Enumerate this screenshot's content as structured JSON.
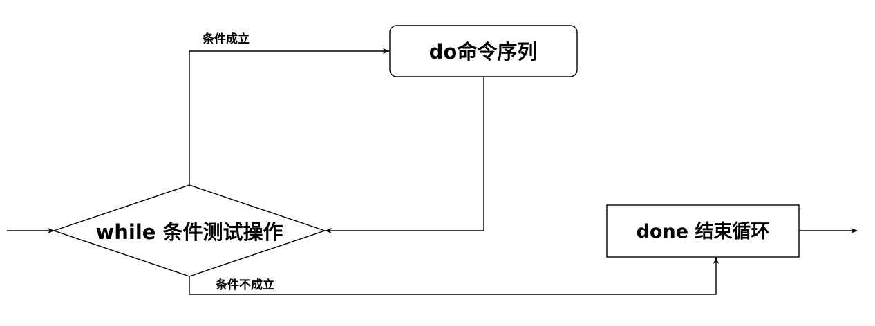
{
  "diagram": {
    "nodes": {
      "condition": {
        "label": "while 条件测试操作",
        "shape": "diamond"
      },
      "body": {
        "label": "do命令序列",
        "shape": "rounded-rectangle"
      },
      "end": {
        "label": "done 结束循环",
        "shape": "rectangle"
      }
    },
    "edges": {
      "true_branch": {
        "label": "条件成立"
      },
      "false_branch": {
        "label": "条件不成立"
      }
    },
    "colors": {
      "stroke": "#000000",
      "fill": "#ffffff",
      "text": "#000000"
    }
  }
}
